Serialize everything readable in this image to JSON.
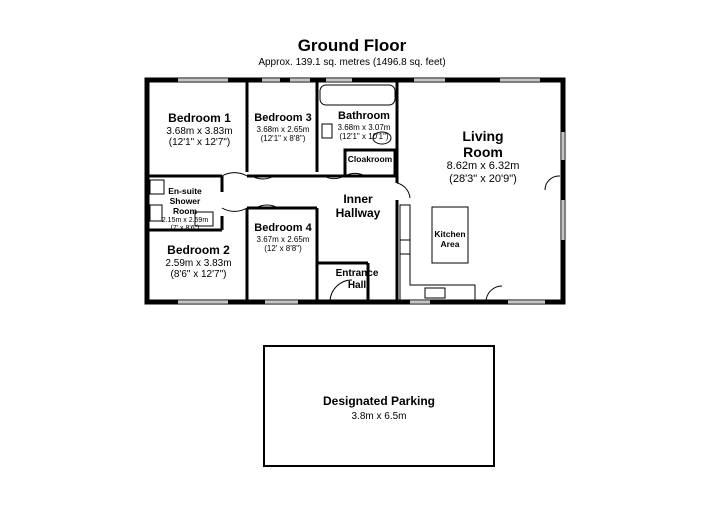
{
  "floor": {
    "title": "Ground Floor",
    "area": "Approx. 139.1 sq. metres (1496.8 sq. feet)"
  },
  "rooms": {
    "bedroom1": {
      "name": "Bedroom 1",
      "metric": "3.68m x 3.83m",
      "imperial": "(12'1\" x 12'7\")"
    },
    "bedroom3": {
      "name": "Bedroom 3",
      "metric": "3.68m x 2.65m",
      "imperial": "(12'1\" x 8'8\")"
    },
    "bathroom": {
      "name": "Bathroom",
      "metric": "3.68m x 3.07m",
      "imperial": "(12'1\" x 10'1\")"
    },
    "cloakroom": {
      "name": "Cloakroom"
    },
    "living": {
      "name_line1": "Living",
      "name_line2": "Room",
      "metric": "8.62m x 6.32m",
      "imperial": "(28'3\" x 20'9\")"
    },
    "ensuite": {
      "name_line1": "En-suite",
      "name_line2": "Shower",
      "name_line3": "Room",
      "metric": "2.15m x 2.59m",
      "imperial": "(7' x 8'6\")"
    },
    "inner_hallway": {
      "name_line1": "Inner",
      "name_line2": "Hallway"
    },
    "kitchen": {
      "name_line1": "Kitchen",
      "name_line2": "Area"
    },
    "bedroom2": {
      "name": "Bedroom 2",
      "metric": "2.59m x 3.83m",
      "imperial": "(8'6\" x 12'7\")"
    },
    "bedroom4": {
      "name": "Bedroom 4",
      "metric": "3.67m x 2.65m",
      "imperial": "(12' x 8'8\")"
    },
    "entrance_hall": {
      "name_line1": "Entrance",
      "name_line2": "Hall"
    }
  },
  "parking": {
    "name": "Designated Parking",
    "size": "3.8m x 6.5m"
  }
}
